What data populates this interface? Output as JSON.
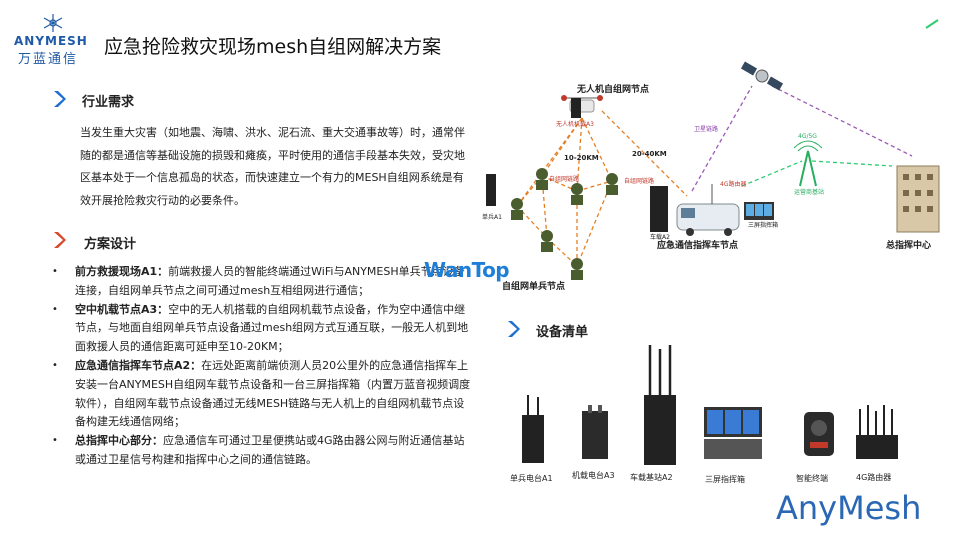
{
  "logo": {
    "en": "ANYMESH",
    "cn": "万蓝通信"
  },
  "page_title": "应急抢险救灾现场mesh自组网解决方案",
  "section1": {
    "title": "行业需求",
    "paragraph": "当发生重大灾害（如地震、海啸、洪水、泥石流、重大交通事故等）时，通常伴随的都是通信等基础设施的损毁和瘫痪，平时使用的通信手段基本失效，受灾地区基本处于一个信息孤岛的状态，而快速建立一个有力的MESH自组网系统是有效开展抢险救灾行动的必要条件。"
  },
  "section2": {
    "title": "方案设计",
    "bullets": [
      {
        "bold": "前方救援现场A1：",
        "text": "前端救援人员的智能终端通过WiFi与ANYMESH单兵节点设备连接，自组网单兵节点之间可通过mesh互相组网进行通信；"
      },
      {
        "bold": "空中机载节点A3：",
        "text": "空中的无人机搭载的自组网机载节点设备，作为空中通信中继节点，与地面自组网单兵节点设备通过mesh组网方式互通互联，一般无人机到地面救援人员的通信距离可延申至10-20KM；"
      },
      {
        "bold": "应急通信指挥车节点A2：",
        "text": "在远处距离前端侦测人员20公里外的应急通信指挥车上安装一台ANYMESH自组网车载节点设备和一台三屏指挥箱（内置万蓝音视频调度软件），自组网车载节点设备通过无线MESH链路与无人机上的自组网机载节点设备构建无线通信网络；"
      },
      {
        "bold": "总指挥中心部分：",
        "text": "应急通信车可通过卫星便携站或4G路由器公网与附近通信基站或通过卫星信号构建和指挥中心之间的通信链路。"
      }
    ]
  },
  "diagram": {
    "uav_node": "无人机自组网节点",
    "uav_device": "无人机机载A3",
    "range1": "10-20KM",
    "range2": "20-40KM",
    "mesh_link1": "自组网链路",
    "mesh_link2": "自组网链路",
    "satellite_link": "卫星链路",
    "cellular": "4G/5G",
    "carrier_station": "运营商基站",
    "screen_box": "三屏指挥箱",
    "vehicle_device": "车载A2",
    "soldier_device": "单兵A1",
    "router_label": "4G路由器",
    "vehicle_node": "应急通信指挥车节点",
    "hq": "总指挥中心",
    "soldier_node": "自组网单兵节点"
  },
  "watermark": "WanTop",
  "section3": {
    "title": "设备清单",
    "items": [
      "单兵电台A1",
      "机载电台A3",
      "车载基站A2",
      "三屏指挥箱",
      "智能终端",
      "4G路由器"
    ]
  },
  "brand": "AnyMesh",
  "colors": {
    "accent": "#1f5aa6",
    "chevron": "#1d6fd0",
    "chevron_red": "#d64a2a",
    "mesh_line": "#e67e22",
    "sat_line": "#9b59b6",
    "cell_line": "#2ecc71"
  }
}
